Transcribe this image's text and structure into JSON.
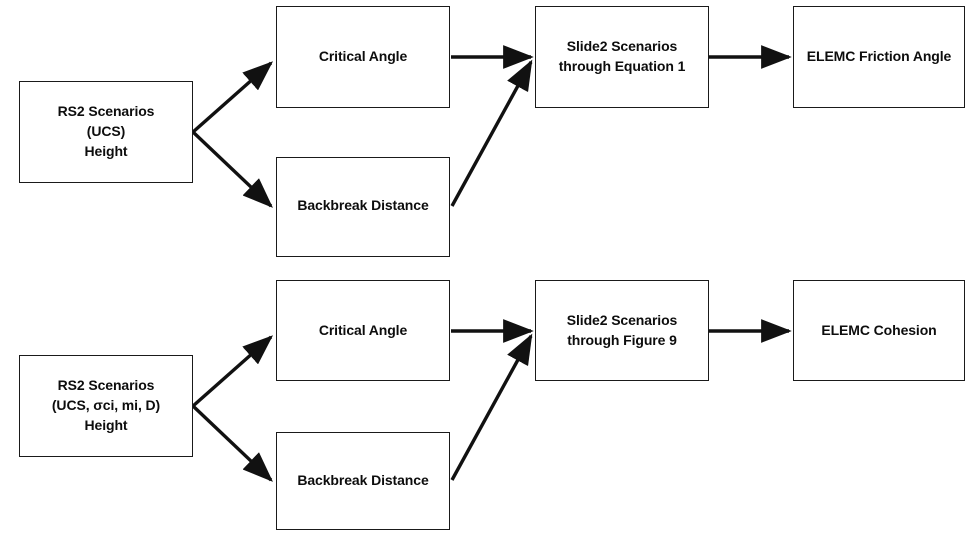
{
  "diagram": {
    "title": "RS2 to ELEMC parameter derivation flowchart",
    "background_color": "#ffffff",
    "stroke_color": "#1a1a1a",
    "text_color": "#0d0d0d",
    "rows": [
      {
        "id": "friction-angle-pipeline",
        "nodes": {
          "source": "RS2 Scenarios\n(UCS)\nHeight",
          "branch_upper": "Critical Angle",
          "branch_lower": "Backbreak Distance",
          "process": "Slide2 Scenarios\nthrough Equation 1",
          "result": "ELEMC Friction Angle"
        }
      },
      {
        "id": "cohesion-pipeline",
        "nodes": {
          "source": "RS2 Scenarios\n(UCS, σci, mi, D)\nHeight",
          "branch_upper": "Critical Angle",
          "branch_lower": "Backbreak Distance",
          "process": "Slide2 Scenarios\nthrough Figure 9",
          "result": "ELEMC Cohesion"
        }
      }
    ],
    "edges": [
      {
        "from": "source",
        "to": "branch_upper",
        "style": "diagonal-arrow"
      },
      {
        "from": "source",
        "to": "branch_lower",
        "style": "diagonal-arrow"
      },
      {
        "from": "branch_upper",
        "to": "process",
        "style": "straight-arrow"
      },
      {
        "from": "branch_lower",
        "to": "process",
        "style": "diagonal-arrow"
      },
      {
        "from": "process",
        "to": "result",
        "style": "straight-arrow"
      }
    ]
  }
}
